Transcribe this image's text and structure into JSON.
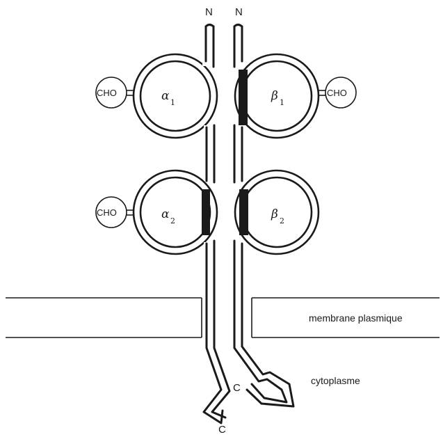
{
  "diagram": {
    "left_chain": {
      "n_terminus": "N",
      "c_terminus": "C",
      "domain_1": {
        "symbol": "α",
        "subscript": "1"
      },
      "domain_2": {
        "symbol": "α",
        "subscript": "2"
      },
      "glycan_1": "CHO",
      "glycan_2": "CHO"
    },
    "right_chain": {
      "n_terminus": "N",
      "c_terminus": "C",
      "domain_1": {
        "symbol": "β",
        "subscript": "1"
      },
      "domain_2": {
        "symbol": "β",
        "subscript": "2"
      },
      "glycan_1": "CHO"
    },
    "regions": {
      "membrane": "membrane plasmique",
      "cytoplasm": "cytoplasme"
    },
    "colors": {
      "ink": "#1a1a1a",
      "background": "#ffffff"
    }
  }
}
